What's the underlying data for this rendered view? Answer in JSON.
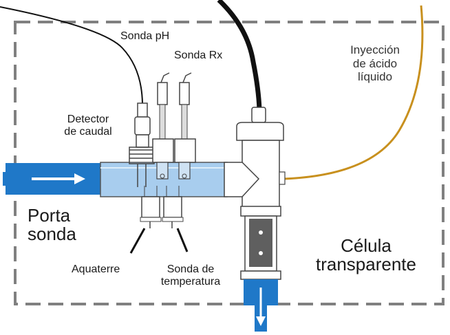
{
  "labels": {
    "sonda_ph": "Sonda pH",
    "sonda_rx": "Sonda Rx",
    "inyeccion_1": "Inyección",
    "inyeccion_2": "de ácido",
    "inyeccion_3": "líquido",
    "detector_1": "Detector",
    "detector_2": "de caudal",
    "porta_1": "Porta",
    "porta_2": "sonda",
    "aquaterre": "Aquaterre",
    "temp_1": "Sonda de",
    "temp_2": "temperatura",
    "celula_1": "Célula",
    "celula_2": "transparente"
  },
  "colors": {
    "pipe_blue": "#1f78c8",
    "transparent_blue": "#a8cdee",
    "dash_gray": "#808080",
    "acid_line": "#c8901e",
    "cable_black": "#111111"
  },
  "icons": {
    "flow_in": "arrow-right-icon",
    "flow_out": "arrow-down-icon"
  }
}
